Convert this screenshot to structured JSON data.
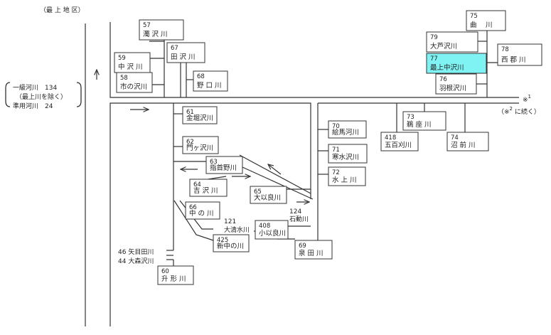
{
  "header": {
    "region": "（最 上 地 区）"
  },
  "summary": {
    "line1": "一級河川　134",
    "line2": "（最上川を除く）",
    "line3": "準用河川　24"
  },
  "note": {
    "mark": "※",
    "mark_sup": "1",
    "cont_open": "（※",
    "cont_sup": "2",
    "cont_close": " に続く）"
  },
  "rivers": [
    {
      "num": "57",
      "name": "濁 沢 川"
    },
    {
      "num": "59",
      "name": "中 沢 川"
    },
    {
      "num": "58",
      "name": "市の沢川"
    },
    {
      "num": "67",
      "name": "田 沢 川"
    },
    {
      "num": "68",
      "name": "野 口 川"
    },
    {
      "num": "75",
      "name": "曲　 川"
    },
    {
      "num": "79",
      "name": "大芦沢川"
    },
    {
      "num": "77",
      "name": "最上中沢川"
    },
    {
      "num": "78",
      "name": "西 郡 川"
    },
    {
      "num": "76",
      "name": "羽根沢川"
    },
    {
      "num": "61",
      "name": "金堀沢川"
    },
    {
      "num": "62",
      "name": "門ヶ沢川"
    },
    {
      "num": "63",
      "name": "指首野川"
    },
    {
      "num": "64",
      "name": "吉 沢 川"
    },
    {
      "num": "65",
      "name": "大以良川"
    },
    {
      "num": "66",
      "name": "中 の 川"
    },
    {
      "num": "408",
      "name": "小以良川"
    },
    {
      "num": "425",
      "name": "新中の川"
    },
    {
      "num": "69",
      "name": "泉 田 川"
    },
    {
      "num": "60",
      "name": "升 形 川"
    },
    {
      "num": "70",
      "name": "絵馬河川"
    },
    {
      "num": "71",
      "name": "寒水沢川"
    },
    {
      "num": "72",
      "name": "水 上 川"
    },
    {
      "num": "73",
      "name": "鵜 座 川"
    },
    {
      "num": "418",
      "name": "五百刈川"
    },
    {
      "num": "74",
      "name": "沼 前 川"
    }
  ],
  "free_labels": [
    {
      "text": "121"
    },
    {
      "text": "大清水川"
    },
    {
      "text": "124"
    },
    {
      "text": "石動川"
    },
    {
      "text": "46 矢目田川"
    },
    {
      "text": "44 大森沢川"
    }
  ]
}
